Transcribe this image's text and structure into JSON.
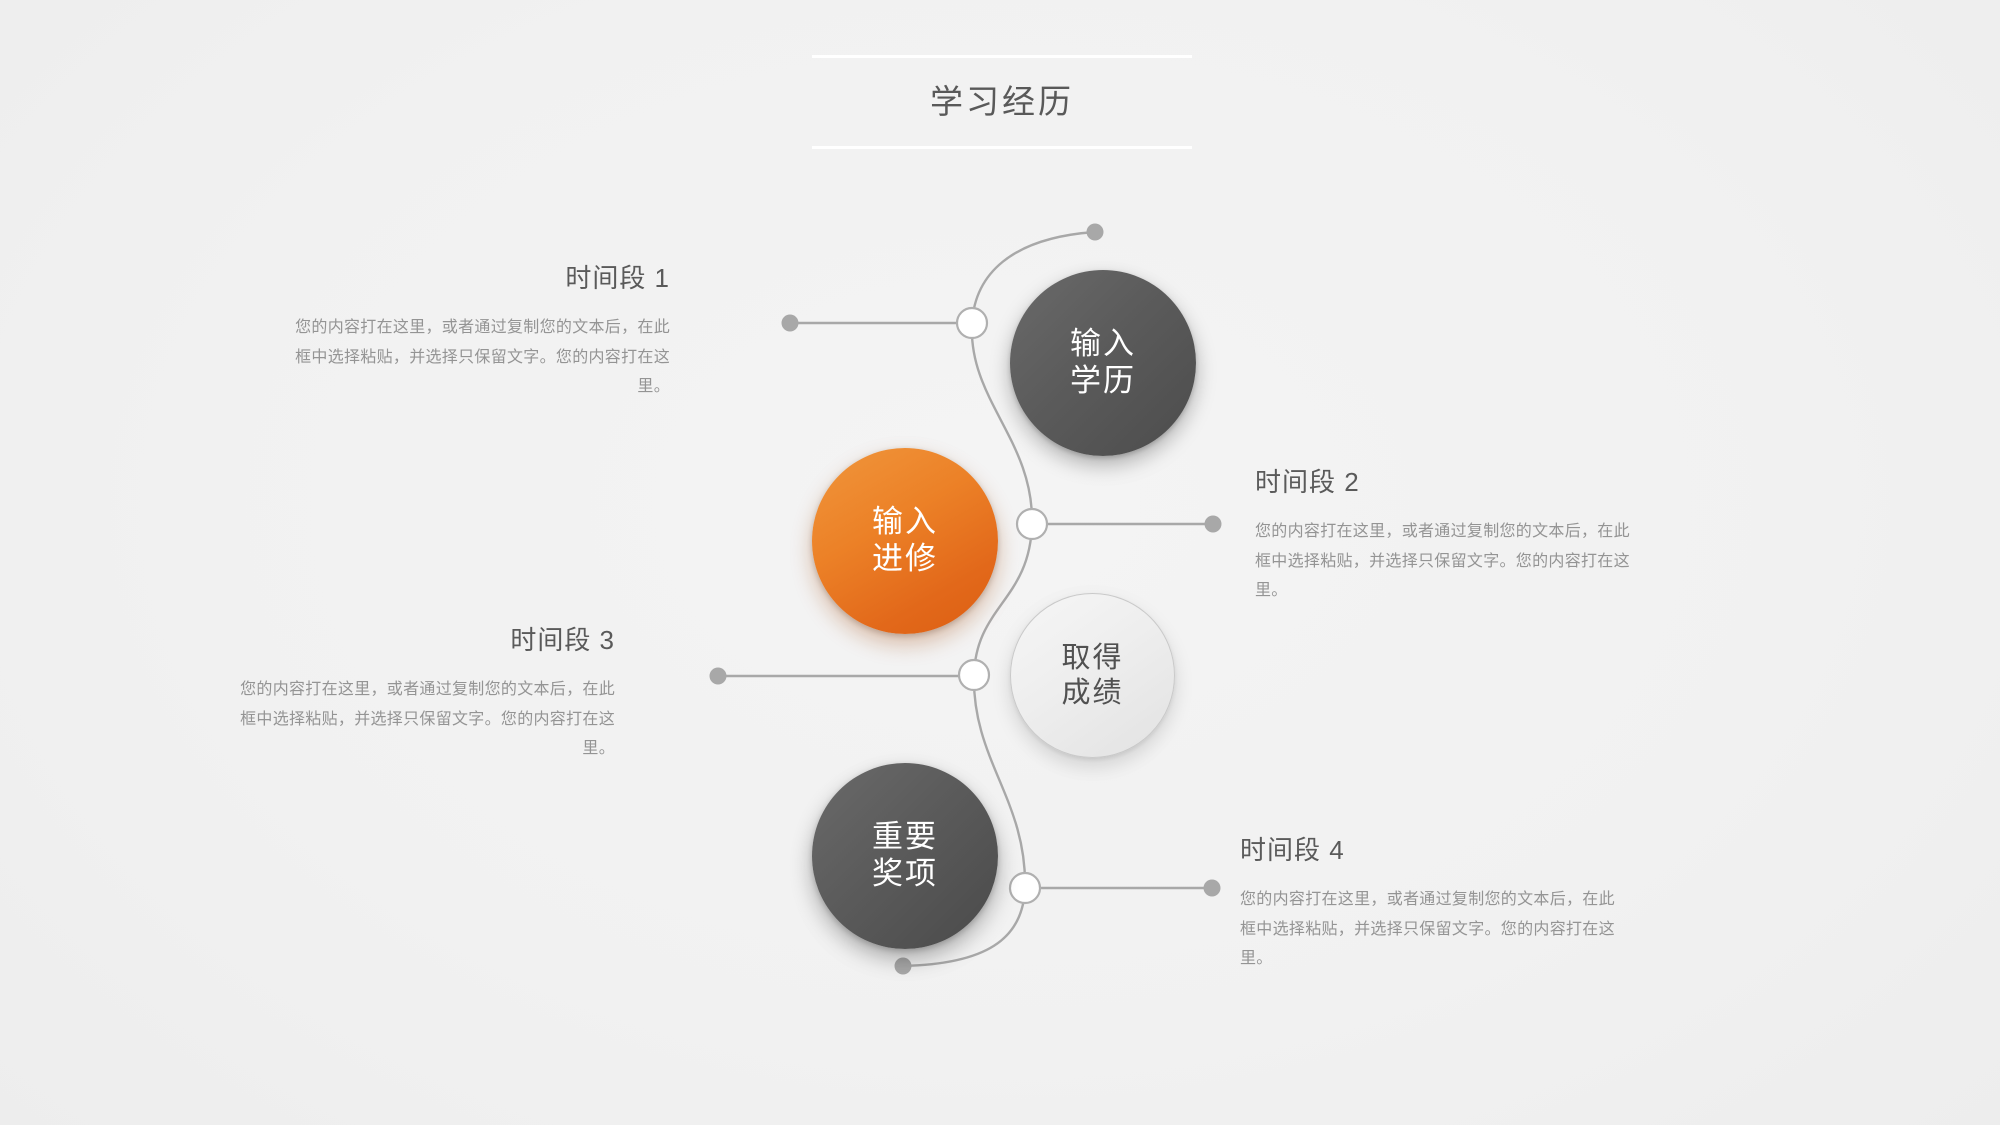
{
  "header": {
    "title": "学习经历"
  },
  "circles": [
    {
      "id": "edu",
      "line1": "输入",
      "line2": "学历",
      "color": "#5b5b5b"
    },
    {
      "id": "training",
      "line1": "输入",
      "line2": "进修",
      "color": "#e87d22"
    },
    {
      "id": "result",
      "line1": "取得",
      "line2": "成绩",
      "color": "#eeeeee"
    },
    {
      "id": "award",
      "line1": "重要",
      "line2": "奖项",
      "color": "#5b5b5b"
    }
  ],
  "blocks": [
    {
      "heading": "时间段 1",
      "body": "您的内容打在这里，或者通过复制您的文本后，在此框中选择粘贴，并选择只保留文字。您的内容打在这里。"
    },
    {
      "heading": "时间段 2",
      "body": "您的内容打在这里，或者通过复制您的文本后，在此框中选择粘贴，并选择只保留文字。您的内容打在这里。"
    },
    {
      "heading": "时间段 3",
      "body": "您的内容打在这里，或者通过复制您的文本后，在此框中选择粘贴，并选择只保留文字。您的内容打在这里。"
    },
    {
      "heading": "时间段 4",
      "body": "您的内容打在这里，或者通过复制您的文本后，在此框中选择粘贴，并选择只保留文字。您的内容打在这里。"
    }
  ],
  "theme": {
    "background": "#f1f1f1",
    "rule_color": "#ffffff",
    "title_color": "#595959",
    "heading_color": "#5a5a5a",
    "body_color": "#949494",
    "connector_color": "#a8a8a8",
    "node_fill": "#ffffff",
    "accent": "#e87d22"
  }
}
